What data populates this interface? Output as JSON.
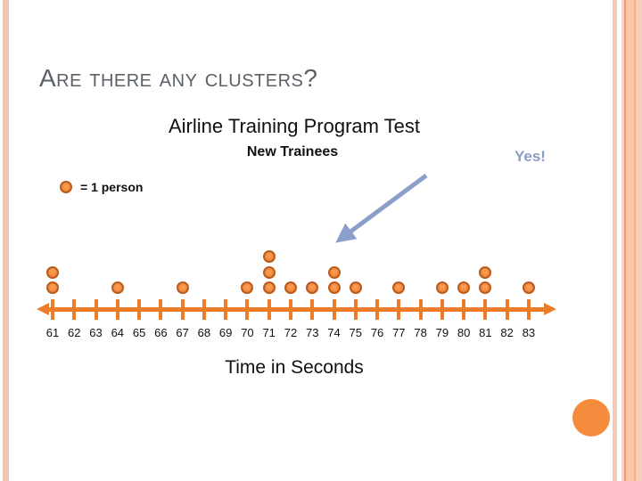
{
  "slide": {
    "title": "Are there any clusters?",
    "heading": "Airline Training Program Test",
    "subheading": "New Trainees",
    "annotation": "Yes!",
    "legend_label": "= 1 person",
    "xlabel": "Time in Seconds"
  },
  "colors": {
    "title_gray": "#5B6167",
    "line_orange": "#EE7B28",
    "dot_fill": "#EF8132",
    "dot_border": "#BA5B1E",
    "annotation_blue": "#8B9CC5",
    "stripe_pink": "#F4C5AC",
    "circle_orange": "#F58B3D"
  },
  "chart_data": {
    "type": "scatter",
    "variant": "dot_plot",
    "title": "Airline Training Program Test",
    "subtitle": "New Trainees",
    "xlabel": "Time in Seconds",
    "legend": "= 1 person",
    "categories": [
      61,
      62,
      63,
      64,
      65,
      66,
      67,
      68,
      69,
      70,
      71,
      72,
      73,
      74,
      75,
      76,
      77,
      78,
      79,
      80,
      81,
      82,
      83
    ],
    "values": [
      2,
      0,
      0,
      1,
      0,
      0,
      1,
      0,
      0,
      1,
      3,
      1,
      1,
      2,
      1,
      0,
      1,
      0,
      1,
      1,
      2,
      0,
      1
    ],
    "total_points": 19,
    "x_range": [
      61,
      83
    ],
    "axis_arrows": "both-ends",
    "annotations": [
      {
        "text": "Yes!",
        "points_to_value": 71
      }
    ]
  }
}
